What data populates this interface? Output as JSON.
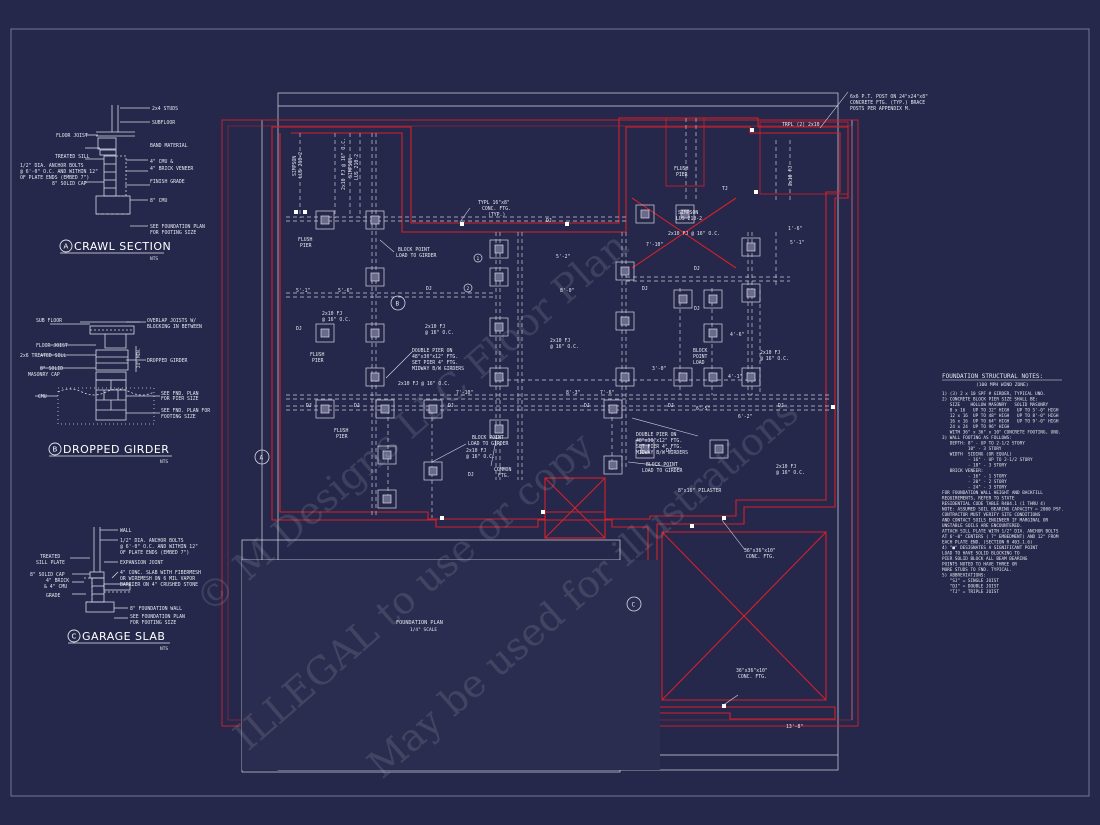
{
  "colors": {
    "background": "#25284a",
    "walls": "#d4202c",
    "linework": "#d8d8e6"
  },
  "watermark": {
    "line1": "© M Designs LLC Floor Plan",
    "line2": "ILLEGAL to use or copy",
    "line3": "May be used for illustrations"
  },
  "details": {
    "crawl": {
      "letter": "A",
      "title": "CRAWL SECTION",
      "scale": "NTS",
      "labels": [
        "2x4 STUDS",
        "SUBFLOOR",
        "FLOOR JOIST",
        "BAND MATERIAL",
        "TREATED SILL",
        "1/2\" DIA. ANCHOR BOLTS",
        "@ 6'-0\" O.C. AND WITHIN 12\"",
        "OF PLATE ENDS (EMBED 7\")",
        "4\" CMU &",
        "4\" BRICK VENEER",
        "FINISH GRADE",
        "8\" SOLID CAP",
        "8\" CMU",
        "SEE FOUNDATION PLAN",
        "FOR FOOTING SIZE"
      ]
    },
    "girder": {
      "letter": "B",
      "title": "DROPPED GIRDER",
      "scale": "NTS",
      "labels": [
        "SUB FLOOR",
        "OVERLAP JOISTS W/",
        "BLOCKING IN BETWEEN",
        "FLOOR JOIST",
        "2x6 TREATED SILL",
        "DROPPED GIRDER",
        "8\" SOLID",
        "MASONRY CAP",
        "CMU",
        "SEE FND. PLAN",
        "FOR PIER SIZE",
        "SEE FND. PLAN FOR",
        "FOOTING SIZE",
        "24\" MIN."
      ]
    },
    "garage": {
      "letter": "C",
      "title": "GARAGE SLAB",
      "scale": "NTS",
      "labels": [
        "WALL",
        "1/2\" DIA. ANCHOR BOLTS",
        "@ 6'-0\" O.C. AND WITHIN 12\"",
        "OF PLATE ENDS (EMBED 7\")",
        "TREATED",
        "SILL PLATE",
        "EXPANSION JOINT",
        "8\" SOLID CAP",
        "4\" BRICK",
        "& 4\" CMU",
        "4\" CONC. SLAB WITH FIBERMESH",
        "OR WIREMESH ON 6 MIL VAPOR",
        "BARRIER ON 4\" CRUSHED STONE",
        "GRADE",
        "8\" FOUNDATION WALL",
        "SEE FOUNDATION PLAN",
        "FOR FOOTING SIZE"
      ]
    }
  },
  "plan": {
    "caption": "FOUNDATION PLAN",
    "scale": "1/4\" SCALE",
    "section_tags": [
      "A",
      "B",
      "C"
    ],
    "callouts": {
      "post": [
        "6x6 P.T. POST ON 24\"x24\"x8\"",
        "CONCRETE FTG. (TYP.) BRACE",
        "POSTS PER APPENDIX M."
      ],
      "trpl": "TRPL (2) 2x10",
      "trpl_note": [
        "TYPL 16\"x8\"",
        "CONC. FTG.",
        "(TYP.)"
      ],
      "block_point_1": [
        "BLOCK POINT",
        "LOAD TO GIRDER"
      ],
      "block_point_2": [
        "BLOCK POINT",
        "LOAD TO GIRDER"
      ],
      "block_point_3": [
        "BLOCK POINT",
        "LOAD TO GIRDER"
      ],
      "block_point_load": [
        "BLOCK",
        "POINT",
        "LOAD"
      ],
      "double_pier_1": [
        "DOUBLE PIER ON",
        "48\"x30\"x12\" FTG.",
        "SET PIER 4\" FTG.",
        "MIDWAY B/W GIRDERS"
      ],
      "double_pier_2": [
        "DOUBLE PIER ON",
        "48\"x30\"x12\" FTG.",
        "SET PIER 4\" FTG.",
        "MIDWAY B/W GIRDERS"
      ],
      "simpson_1": [
        "SIMPSON",
        "LUS 210-2"
      ],
      "simpson_2": [
        "SIMPSON",
        "LUS 210-2"
      ],
      "simpson_3": [
        "SIMPSON",
        "LUS 210-2"
      ],
      "flush_pier_1": [
        "FLUSH",
        "PIER"
      ],
      "flush_pier_2": [
        "FLUSH",
        "PIER"
      ],
      "flush_pier_3": [
        "FLUSH",
        "PIER"
      ],
      "flush_pier_4": [
        "FLUSH",
        "PIER"
      ],
      "pilaster": "8\"x16\" PILASTER",
      "common_ftg": [
        "COMMON",
        "FTG."
      ],
      "ftg1": [
        "36\"x36\"x10\"",
        "CONC. FTG."
      ],
      "ftg2": [
        "36\"x36\"x10\"",
        "CONC. FTG."
      ]
    },
    "joists": [
      "2x10 FJ",
      "@ 16\" O.C."
    ],
    "joist_single": "2x10 FJ @ 16\" O.C.",
    "dj": "DJ",
    "tj": "TJ",
    "dims": [
      "5'-1\"",
      "5'-6\"",
      "8'-0\"",
      "7'-10\"",
      "8'-3\"",
      "7'-10\"",
      "13'-8\"",
      "5'-1\"",
      "1'-6\"",
      "3'-0\"",
      "4'-6\"",
      "6'-5\"",
      "7'-6\"",
      "4'-1\"",
      "6'-2\"",
      "5'-2\""
    ],
    "numbers": [
      "1",
      "2"
    ]
  },
  "notes": {
    "title": "FOUNDATION STRUCTURAL NOTES:",
    "subtitle": "(100 MPH WIND ZONE)",
    "lines": [
      "1) (3) 2 x 10 SPF # GIRDER, TYPICAL UNO.",
      "2) CONCRETE BLOCK PIER SIZE SHALL BE:",
      "   SIZE    HOLLOW MASONRY   SOLID MASONRY",
      "   8 x 16   UP TO 32\" HIGH   UP TO 5'-0\" HIGH",
      "   12 x 16  UP TO 48\" HIGH   UP TO 8'-0\" HIGH",
      "   16 x 16  UP TO 64\" HIGH   UP TO 9'-0\" HIGH",
      "   24 x 24  UP TO 96\" HIGH",
      "   WITH 36\" x 36\" x 10\" CONCRETE FOOTING, UNO.",
      "3) WALL FOOTING AS FOLLOWS:",
      "   DEPTH: 8\" - UP TO 2-1/2 STORY",
      "          10\" - 3 STORY",
      "   WIDTH  SIDING (OR EQUAL)",
      "          - 16\" - UP TO 2-1/2 STORY",
      "          - 18\" - 3 STORY",
      "   BRICK VENEER:",
      "          - 16\" - 1 STORY",
      "          - 20\" - 2 STORY",
      "          - 24\" - 3 STORY",
      "FOR FOUNDATION WALL HEIGHT AND BACKFILL",
      "REQUIREMENTS, REFER TO STATE",
      "RESIDENTIAL CODE TABLE R404.1 (1 THRU 4)",
      "NOTE: ASSUMED SOIL BEARING CAPACITY = 2000 PSF.",
      "CONTRACTOR MUST VERIFY SITE CONDITIONS",
      "AND CONTACT SOILS ENGINEER IF MARGINAL OR",
      "UNSTABLE SOILS ARE ENCOUNTERED.",
      "ATTACH SILL PLATE WITH 1/2\" DIA. ANCHOR BOLTS",
      "AT 6'-0\" CENTERS ( 7\" EMBEDMENT) AND 12\" FROM",
      "EACH PLATE END. (SECTION R 403.1.6)",
      "4) \"■\" DESIGNATES A SIGNIFICANT POINT",
      "LOAD TO HAVE SOLID BLOCKING TO",
      "PIER SOLID BLOCK ALL BEAM BEARING",
      "POINTS NOTED TO HAVE THREE OR",
      "MORE STUDS TO FND. TYPICAL.",
      "5) ABBREVIATIONS:",
      "   \"SJ\" = SINGLE JOIST",
      "   \"DJ\" = DOUBLE JOIST",
      "   \"TJ\" = TRIPLE JOIST"
    ]
  }
}
